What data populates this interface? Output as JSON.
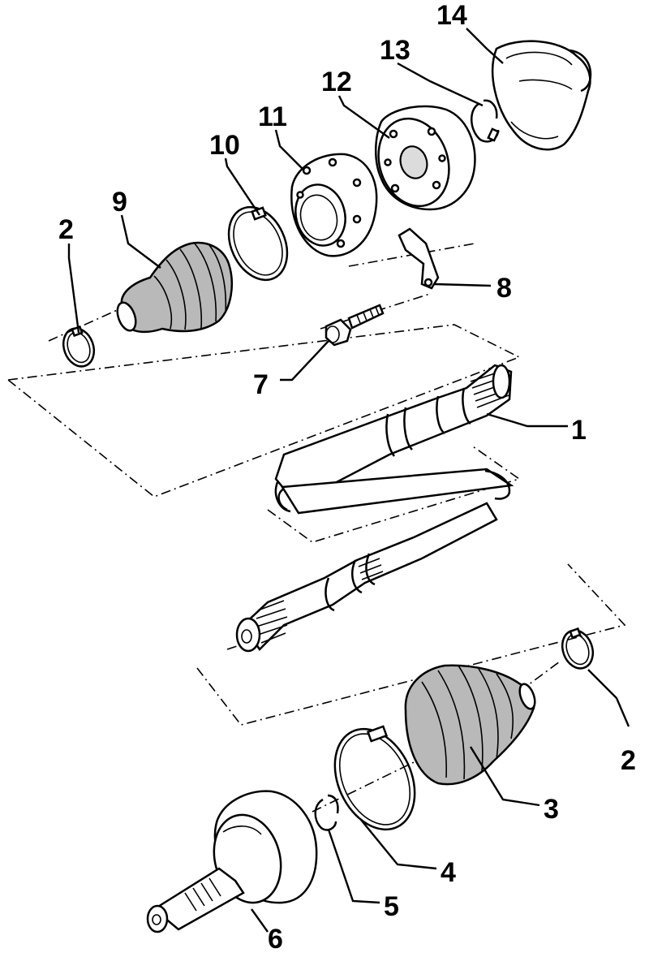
{
  "callouts": [
    {
      "id": "1",
      "text": "1"
    },
    {
      "id": "2-top",
      "text": "2"
    },
    {
      "id": "2-bottom",
      "text": "2"
    },
    {
      "id": "3",
      "text": "3"
    },
    {
      "id": "4",
      "text": "4"
    },
    {
      "id": "5",
      "text": "5"
    },
    {
      "id": "6",
      "text": "6"
    },
    {
      "id": "7",
      "text": "7"
    },
    {
      "id": "8",
      "text": "8"
    },
    {
      "id": "9",
      "text": "9"
    },
    {
      "id": "10",
      "text": "10"
    },
    {
      "id": "11",
      "text": "11"
    },
    {
      "id": "12",
      "text": "12"
    },
    {
      "id": "13",
      "text": "13"
    },
    {
      "id": "14",
      "text": "14"
    }
  ]
}
